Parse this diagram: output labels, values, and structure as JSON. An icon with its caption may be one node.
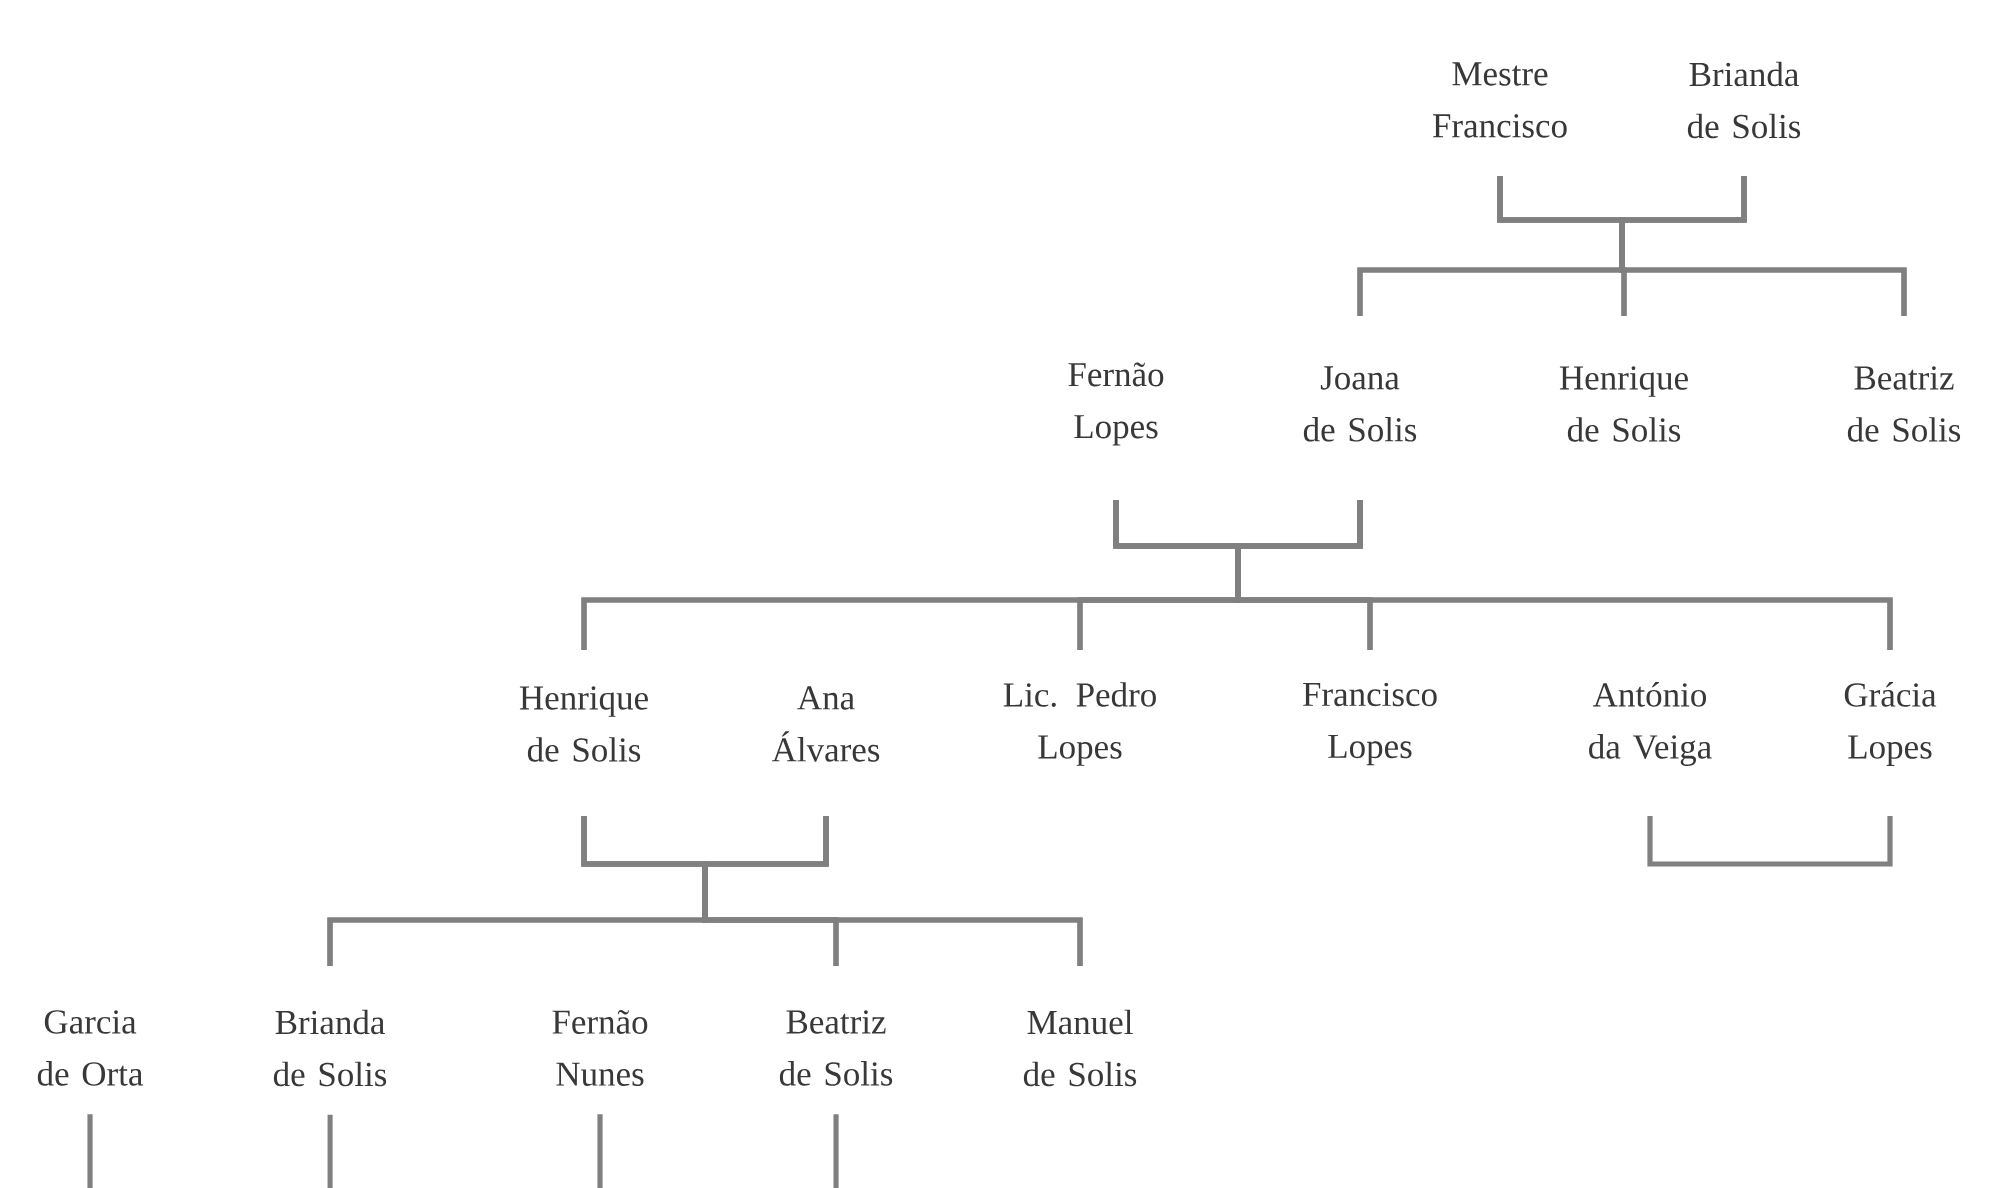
{
  "diagram": {
    "nodes": [
      {
        "text": [
          "Mestre Francisco"
        ]
      },
      {
        "text": [
          "Brianda de Solis"
        ]
      },
      {
        "text": [
          "Fernão Lopes"
        ]
      },
      {
        "text": [
          "Joana de Solis"
        ]
      },
      {
        "text": [
          "Henrique de Solis"
        ]
      },
      {
        "text": [
          "Beatriz de Solis"
        ]
      },
      {
        "text": [
          "Henrique de Solis"
        ]
      },
      {
        "text": [
          "Ana Álvares"
        ]
      },
      {
        "text": [
          "Lic. Pedro Lopes"
        ]
      },
      {
        "text": [
          "Francisco Lopes"
        ]
      },
      {
        "text": [
          "António da Veiga"
        ]
      },
      {
        "text": [
          "Grácia Lopes"
        ]
      },
      {
        "text": [
          "Garcia de Orta"
        ]
      },
      {
        "text": [
          "Brianda de Solis"
        ]
      },
      {
        "text": [
          "Fernão Nunes"
        ]
      },
      {
        "text": [
          "Beatriz de Solis"
        ]
      },
      {
        "text": [
          "Manuel de Solis"
        ]
      }
    ],
    "edges": [
      {
        "from": 0,
        "to": 1,
        "arrow": "none"
      },
      {
        "from": 0,
        "to": 3,
        "arrow": "none"
      },
      {
        "from": 0,
        "to": 4,
        "arrow": "none"
      },
      {
        "from": 0,
        "to": 5,
        "arrow": "none"
      },
      {
        "from": 1,
        "to": 3,
        "arrow": "none"
      },
      {
        "from": 1,
        "to": 4,
        "arrow": "none"
      },
      {
        "from": 1,
        "to": 5,
        "arrow": "none"
      },
      {
        "from": 2,
        "to": 3,
        "arrow": "none"
      },
      {
        "from": 2,
        "to": 6,
        "arrow": "none"
      },
      {
        "from": 2,
        "to": 8,
        "arrow": "none"
      },
      {
        "from": 2,
        "to": 9,
        "arrow": "none"
      },
      {
        "from": 2,
        "to": 11,
        "arrow": "none"
      },
      {
        "from": 3,
        "to": 6,
        "arrow": "none"
      },
      {
        "from": 3,
        "to": 8,
        "arrow": "none"
      },
      {
        "from": 3,
        "to": 9,
        "arrow": "none"
      },
      {
        "from": 3,
        "to": 11,
        "arrow": "none"
      },
      {
        "from": 6,
        "to": 7,
        "arrow": "none"
      },
      {
        "from": 6,
        "to": 13,
        "arrow": "none"
      },
      {
        "from": 6,
        "to": 15,
        "arrow": "none"
      },
      {
        "from": 6,
        "to": 16,
        "arrow": "none"
      },
      {
        "from": 7,
        "to": 13,
        "arrow": "none"
      },
      {
        "from": 7,
        "to": 15,
        "arrow": "none"
      },
      {
        "from": 7,
        "to": 16,
        "arrow": "none"
      },
      {
        "from": 10,
        "to": 11,
        "arrow": "none"
      },
      {
        "from": 12,
        "to": null,
        "arrow": "none"
      },
      {
        "from": 13,
        "to": null,
        "arrow": "none"
      },
      {
        "from": 14,
        "to": null,
        "arrow": "none"
      },
      {
        "from": 15,
        "to": null,
        "arrow": "none"
      }
    ]
  }
}
